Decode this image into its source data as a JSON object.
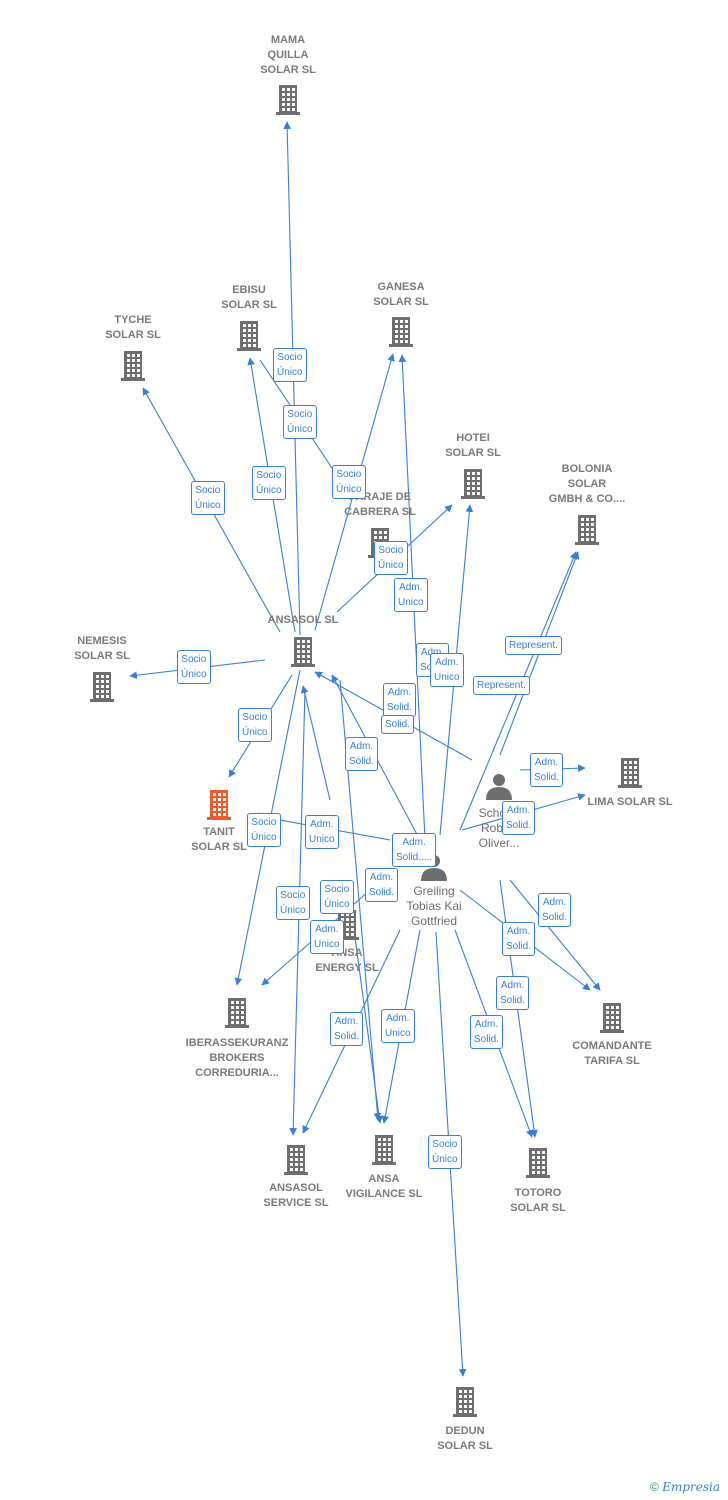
{
  "colors": {
    "edge": "#3a7fd5",
    "building": "#6e6e6e",
    "focus": "#f05a2b"
  },
  "nodes": [
    {
      "id": "mama",
      "type": "company",
      "label": "MAMA\nQUILLA\nSOLAR  SL"
    },
    {
      "id": "tyche",
      "type": "company",
      "label": "TYCHE\nSOLAR  SL"
    },
    {
      "id": "ebisu",
      "type": "company",
      "label": "EBISU\nSOLAR  SL"
    },
    {
      "id": "ganesa",
      "type": "company",
      "label": "GANESA\nSOLAR  SL"
    },
    {
      "id": "hotei",
      "type": "company",
      "label": "HOTEI\nSOLAR  SL"
    },
    {
      "id": "bolonia",
      "type": "company",
      "label": "BOLONIA\nSOLAR\nGMBH & CO...."
    },
    {
      "id": "paraje",
      "type": "company",
      "label": "PARAJE DE\nCABRERA SL"
    },
    {
      "id": "ansasol",
      "type": "company",
      "label": "ANSASOL SL"
    },
    {
      "id": "nemesis",
      "type": "company",
      "label": "NEMESIS\nSOLAR  SL"
    },
    {
      "id": "tanit",
      "type": "focus",
      "label": "TANIT\nSOLAR  SL"
    },
    {
      "id": "lima",
      "type": "company",
      "label": "LIMA SOLAR SL"
    },
    {
      "id": "schoen",
      "type": "person",
      "label": "Schoen\nRobert\nOliver..."
    },
    {
      "id": "greiling",
      "type": "person",
      "label": "Greiling\nTobias Kai\nGottfried"
    },
    {
      "id": "ansaenergy",
      "type": "company",
      "label": "ANSA\nENERGY SL"
    },
    {
      "id": "iberas",
      "type": "company",
      "label": "IBERASSEKURANZ\nBROKERS\nCORREDURIA..."
    },
    {
      "id": "comandante",
      "type": "company",
      "label": "COMANDANTE\nTARIFA  SL"
    },
    {
      "id": "ansasolsrv",
      "type": "company",
      "label": "ANSASOL\nSERVICE  SL"
    },
    {
      "id": "ansavig",
      "type": "company",
      "label": "ANSA\nVIGILANCE  SL"
    },
    {
      "id": "totoro",
      "type": "company",
      "label": "TOTORO\nSOLAR SL"
    },
    {
      "id": "dedun",
      "type": "company",
      "label": "DEDUN\nSOLAR  SL"
    }
  ],
  "relations": [
    "Socio\nÚnico",
    "Socio\nÚnico",
    "Socio\nÚnico",
    "Socio\nÚnico",
    "Socio\nÚnico",
    "Socio\nÚnico",
    "Adm.\nUnico",
    "Adm.\nSolid.",
    "Adm.\nUnico",
    "Represent.",
    "Represent.",
    "Socio\nÚnico",
    "Socio\nÚnico",
    "Adm.\nSolid.",
    "Solid.",
    "Adm.\nSolid.",
    "Adm.\nSolid.",
    "Adm.\nSolid.",
    "Socio\nÚnico",
    "Adm.\nUnico",
    "Adm.\nSolid.....",
    "Socio\nÚnico",
    "Socio\nÚnico",
    "Adm.\nSolid.",
    "Adm.\nUnico",
    "Adm.\nSolid.",
    "Adm.\nSolid.",
    "Adm.\nSolid.",
    "Adm.\nSolid.",
    "Adm.\nUnico",
    "Adm.\nSolid.",
    "Socio\nÚnico"
  ],
  "copyright": {
    "symbol": "©",
    "brand": "Empresia"
  }
}
